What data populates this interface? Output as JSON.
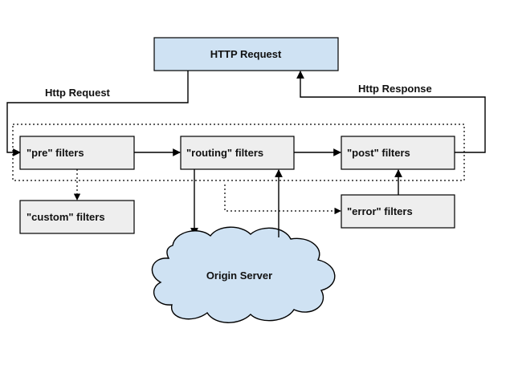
{
  "colors": {
    "request_box": "#cfe2f3",
    "filter_box": "#eeeeee",
    "cloud": "#cfe2f3",
    "stroke": "#000000",
    "canvas": "#ffffff"
  },
  "nodes": {
    "http_request": "HTTP Request",
    "pre_filters": "\"pre\" filters",
    "routing_filters": "\"routing\" filters",
    "post_filters": "\"post\" filters",
    "custom_filters": "\"custom\" filters",
    "error_filters": "\"error\" filters",
    "origin_server": "Origin Server"
  },
  "edges": {
    "http_request_in": "Http Request",
    "http_response_out": "Http Response"
  }
}
